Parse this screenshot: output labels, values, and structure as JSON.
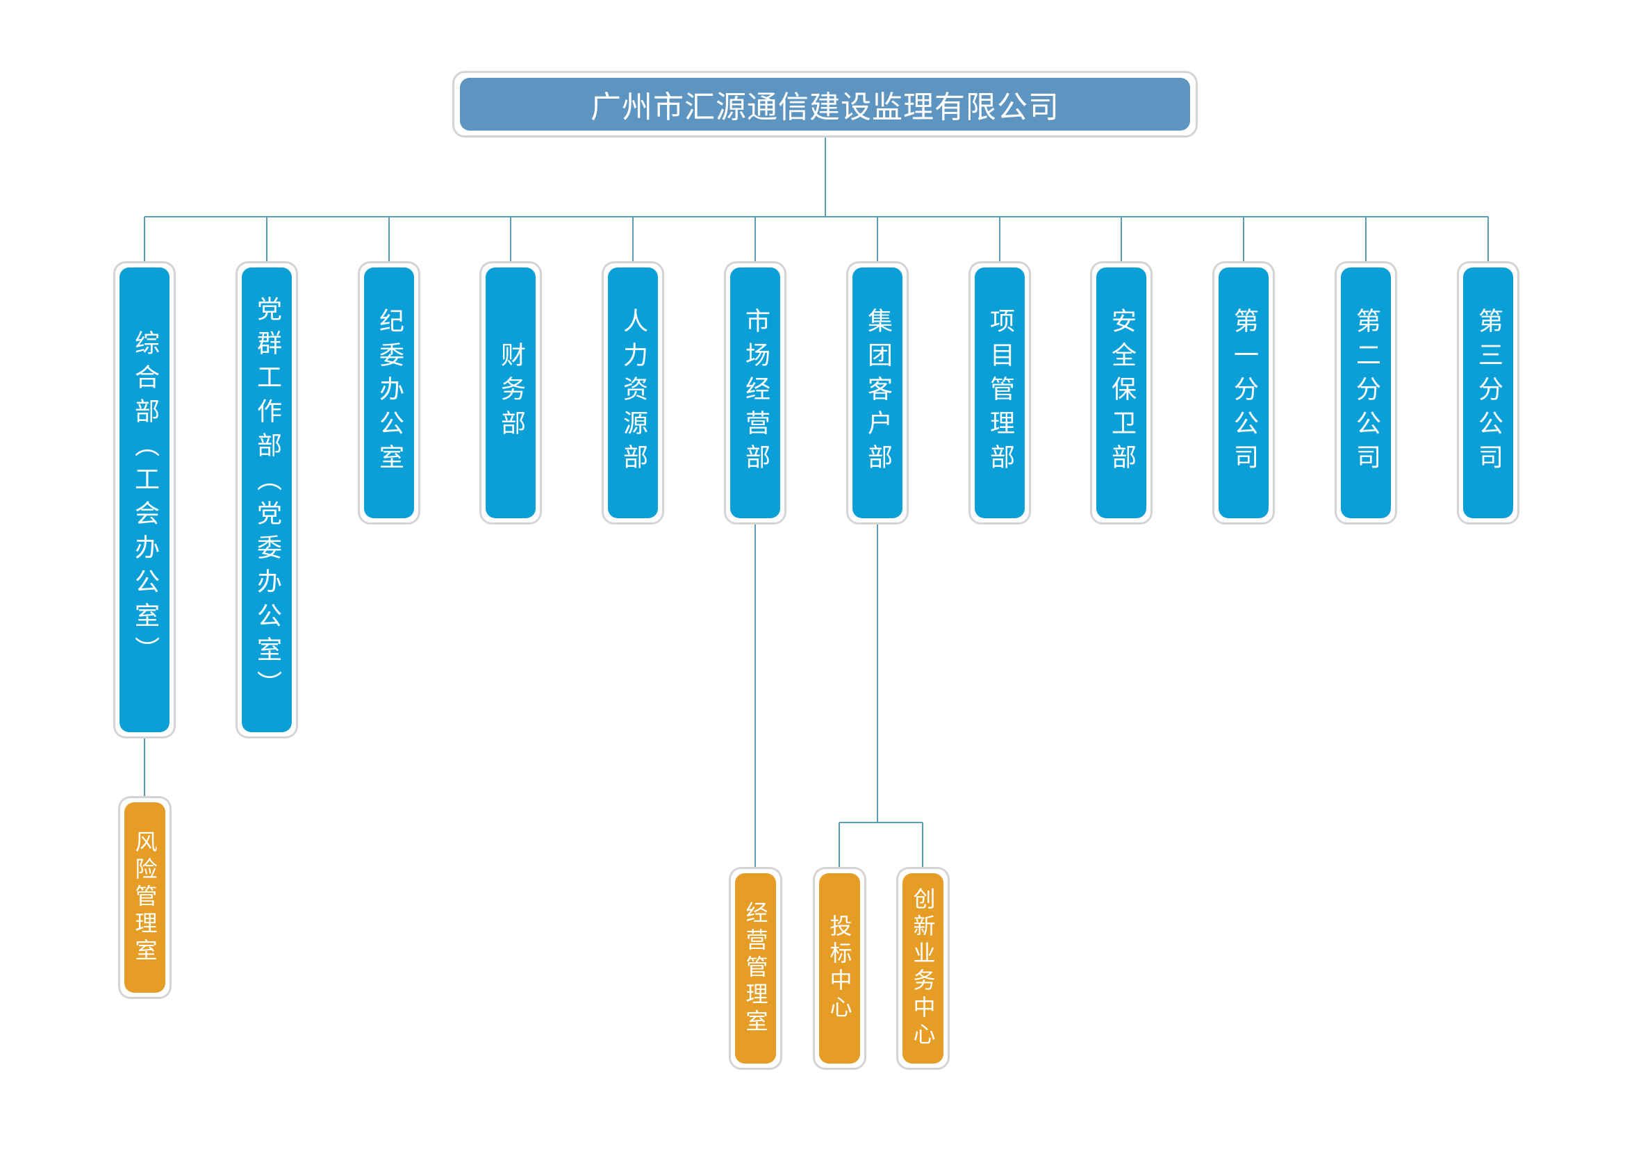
{
  "org": {
    "root": "广州市汇源通信建设监理有限公司",
    "departments": [
      {
        "id": "d1",
        "label": "综合部（工会办公室）"
      },
      {
        "id": "d2",
        "label": "党群工作部（党委办公室）"
      },
      {
        "id": "d3",
        "label": "纪委办公室"
      },
      {
        "id": "d4",
        "label": "财务部"
      },
      {
        "id": "d5",
        "label": "人力资源部"
      },
      {
        "id": "d6",
        "label": "市场经营部"
      },
      {
        "id": "d7",
        "label": "集团客户部"
      },
      {
        "id": "d8",
        "label": "项目管理部"
      },
      {
        "id": "d9",
        "label": "安全保卫部"
      },
      {
        "id": "d10",
        "label": "第一分公司"
      },
      {
        "id": "d11",
        "label": "第二分公司"
      },
      {
        "id": "d12",
        "label": "第三分公司"
      }
    ],
    "subunits": [
      {
        "id": "s1",
        "parent": "d1",
        "label": "风险管理室"
      },
      {
        "id": "s2",
        "parent": "d6",
        "label": "经营管理室"
      },
      {
        "id": "s3",
        "parent": "d7",
        "label": "投标中心"
      },
      {
        "id": "s4",
        "parent": "d7",
        "label": "创新业务中心"
      }
    ]
  },
  "colors": {
    "root": "#5e95c0",
    "department": "#0b9fd8",
    "subunit": "#e59d25",
    "connector": "#5a9bb8",
    "frame": "#d4d4d4"
  }
}
